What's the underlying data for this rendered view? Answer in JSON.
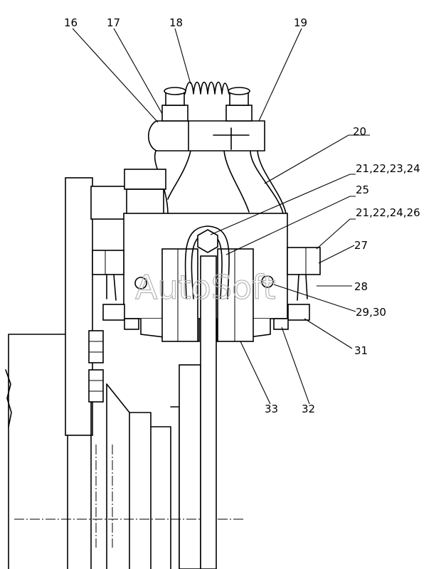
{
  "callouts": {
    "c16": "16",
    "c17": "17",
    "c18": "18",
    "c19": "19",
    "c20": "20",
    "c21_22_23_24": "21,22,23,24",
    "c25": "25",
    "c21_22_24_26": "21,22,24,26",
    "c27": "27",
    "c28": "28",
    "c29_30": "29,30",
    "c31": "31",
    "c32": "32",
    "c33": "33"
  },
  "watermark": "AutoSoft"
}
